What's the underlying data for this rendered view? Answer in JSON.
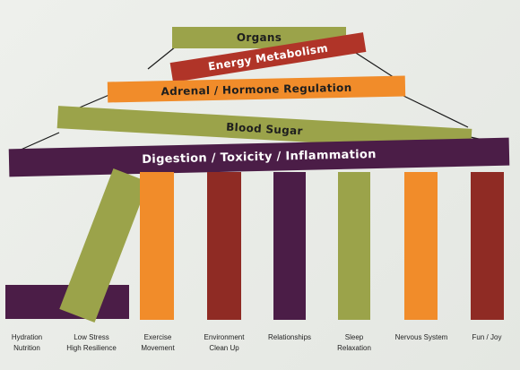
{
  "colors": {
    "olive": "#9ba34a",
    "red": "#b03428",
    "orange": "#f18c2a",
    "plum": "#4b1d47",
    "maroon": "#8f2b24",
    "text": "#222222"
  },
  "tiers": {
    "organs": "Organs",
    "energy": "Energy Metabolism",
    "adrenal": "Adrenal / Hormone Regulation",
    "blood_sugar": "Blood Sugar",
    "digestion": "Digestion / Toxicity / Inflammation"
  },
  "pillars": [
    {
      "line1": "Hydration",
      "line2": "Nutrition",
      "color": "plum"
    },
    {
      "line1": "Low Stress",
      "line2": "High Resilience",
      "color": "olive"
    },
    {
      "line1": "Exercise",
      "line2": "Movement",
      "color": "orange"
    },
    {
      "line1": "Environment",
      "line2": "Clean Up",
      "color": "maroon"
    },
    {
      "line1": "Relationships",
      "line2": "",
      "color": "plum"
    },
    {
      "line1": "Sleep",
      "line2": "Relaxation",
      "color": "olive"
    },
    {
      "line1": "Nervous System",
      "line2": "",
      "color": "orange"
    },
    {
      "line1": "Fun / Joy",
      "line2": "",
      "color": "maroon"
    }
  ]
}
